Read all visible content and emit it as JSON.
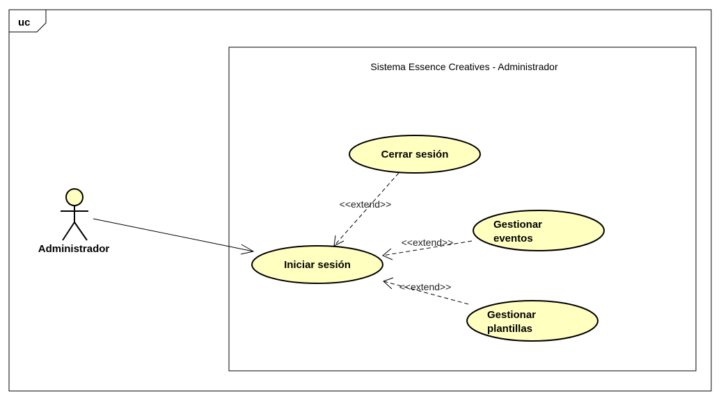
{
  "frame": {
    "tag": "uc"
  },
  "system": {
    "title": "Sistema Essence Creatives - Administrador"
  },
  "actor": {
    "name": "Administrador"
  },
  "use_cases": {
    "iniciar": {
      "label": "Iniciar sesión"
    },
    "cerrar": {
      "label": "Cerrar sesión"
    },
    "eventos": {
      "line1": "Gestionar",
      "line2": "eventos"
    },
    "plantillas": {
      "line1": "Gestionar",
      "line2": "plantillas"
    }
  },
  "relations": {
    "extend_cerrar": "<<extend>>",
    "extend_eventos": "<<extend>>",
    "extend_plantillas": "<<extend>>"
  },
  "colors": {
    "use_case_fill": "#ffffc0",
    "stroke": "#000000"
  }
}
